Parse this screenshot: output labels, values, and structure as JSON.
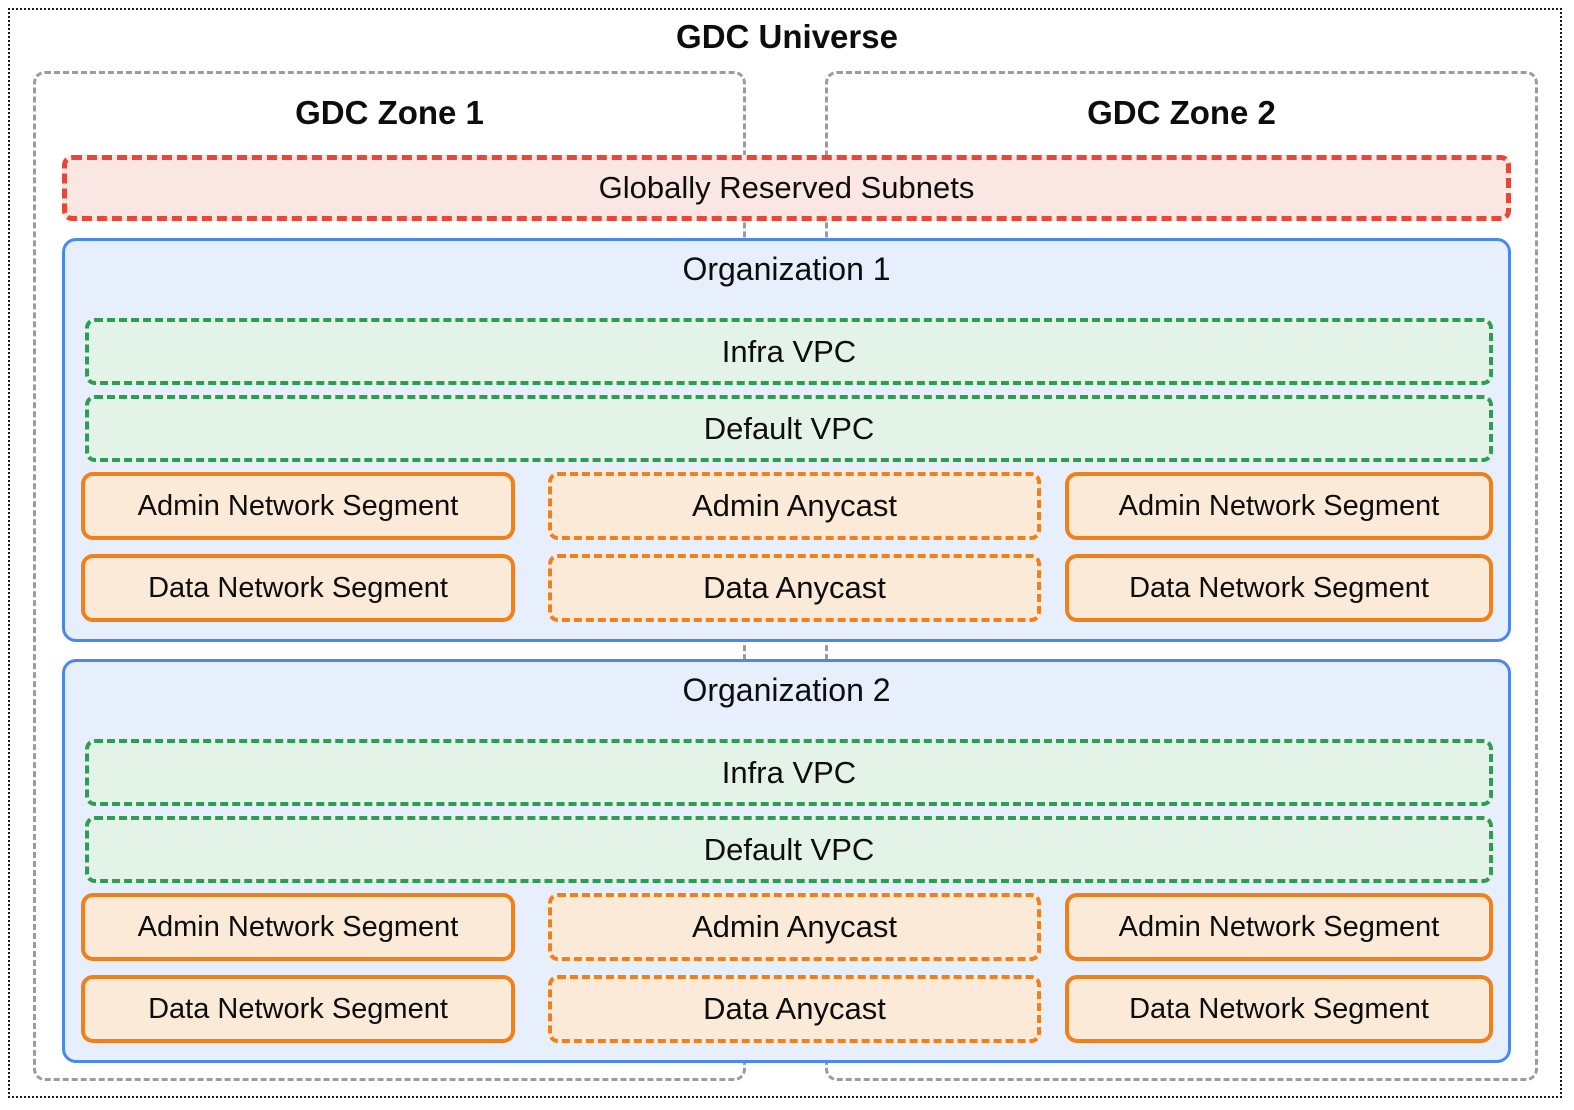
{
  "diagram": {
    "title": "GDC Universe",
    "zones": [
      {
        "label": "GDC Zone 1"
      },
      {
        "label": "GDC Zone 2"
      }
    ],
    "reserved_subnets_label": "Globally Reserved Subnets",
    "organizations": [
      {
        "label": "Organization 1",
        "vpcs": [
          {
            "label": "Infra VPC"
          },
          {
            "label": "Default VPC"
          }
        ],
        "rows": [
          {
            "left": "Admin Network Segment",
            "middle": "Admin Anycast",
            "right": "Admin Network Segment"
          },
          {
            "left": "Data Network Segment",
            "middle": "Data Anycast",
            "right": "Data Network Segment"
          }
        ]
      },
      {
        "label": "Organization 2",
        "vpcs": [
          {
            "label": "Infra VPC"
          },
          {
            "label": "Default VPC"
          }
        ],
        "rows": [
          {
            "left": "Admin Network Segment",
            "middle": "Admin Anycast",
            "right": "Admin Network Segment"
          },
          {
            "left": "Data Network Segment",
            "middle": "Data Anycast",
            "right": "Data Network Segment"
          }
        ]
      }
    ],
    "colors": {
      "universe_border": "#1a1a1a",
      "zone_border": "#9c9c9c",
      "reserved_border": "#e5483b",
      "reserved_fill": "#fae6e3",
      "org_border": "#4c87f0",
      "org_fill": "#e7eefc",
      "vpc_border": "#2d9d51",
      "vpc_fill": "#e4f3e8",
      "segment_border": "#f0801c",
      "segment_fill": "#fcead9",
      "text": "#0d0d0d"
    }
  }
}
